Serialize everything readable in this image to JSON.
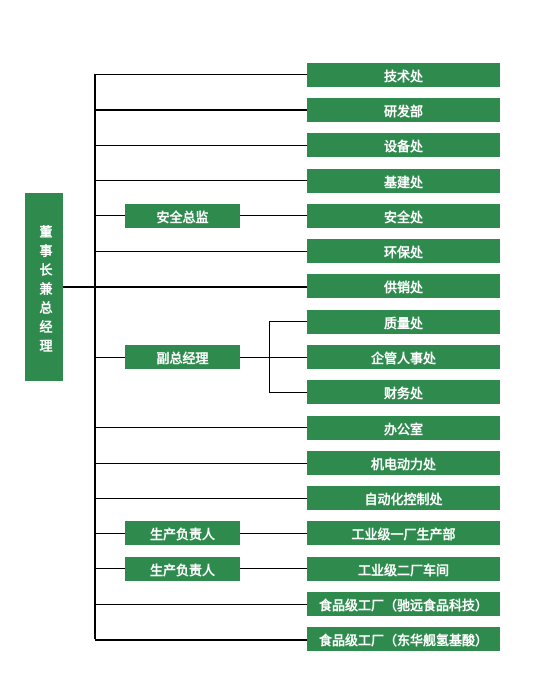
{
  "root": {
    "label": "董事长兼总经理"
  },
  "mid": {
    "safety": "安全总监",
    "vp": "副总经理",
    "prod1": "生产负责人",
    "prod2": "生产负责人"
  },
  "departments": [
    "技术处",
    "研发部",
    "设备处",
    "基建处",
    "安全处",
    "环保处",
    "供销处",
    "质量处",
    "企管人事处",
    "财务处",
    "办公室",
    "机电动力处",
    "自动化控制处",
    "工业级一厂生产部",
    "工业级二厂车间",
    "食品级工厂（驰远食品科技）",
    "食品级工厂（东华舰氢基酸）"
  ],
  "colors": {
    "box": "#2f8a4e",
    "text": "#ffffff",
    "line": "#000000"
  }
}
